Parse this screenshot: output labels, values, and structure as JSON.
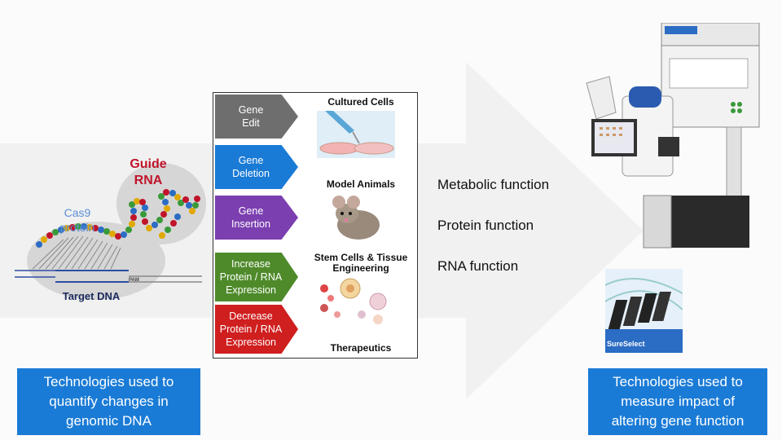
{
  "crispr": {
    "guide_rna": "Guide\nRNA",
    "cas9": "Cas9\nprotein",
    "target_dna": "Target DNA",
    "pam": "PAM"
  },
  "applications": [
    {
      "label": "Gene\nEdit",
      "color": "#6e6e6e"
    },
    {
      "label": "Gene\nDeletion",
      "color": "#1a7bd6"
    },
    {
      "label": "Gene\nInsertion",
      "color": "#7b3fb0"
    },
    {
      "label": "Increase\nProtein / RNA\nExpression",
      "color": "#4e8a2a"
    },
    {
      "label": "Decrease\nProtein / RNA\nExpression",
      "color": "#d01f1f"
    }
  ],
  "models": {
    "cultured_cells": "Cultured Cells",
    "model_animals": "Model Animals",
    "stem_cells": "Stem Cells & Tissue\nEngineering",
    "therapeutics": "Therapeutics"
  },
  "functions": [
    "Metabolic function",
    "Protein function",
    "RNA  function"
  ],
  "left_box": "Technologies used to\nquantify changes in\ngenomic DNA",
  "right_box": "Technologies used to\nmeasure impact of\naltering gene function",
  "sureselect_logo": "SureSelect",
  "colors": {
    "accent_blue": "#1a7bd6",
    "guide_red": "#c0142a"
  }
}
